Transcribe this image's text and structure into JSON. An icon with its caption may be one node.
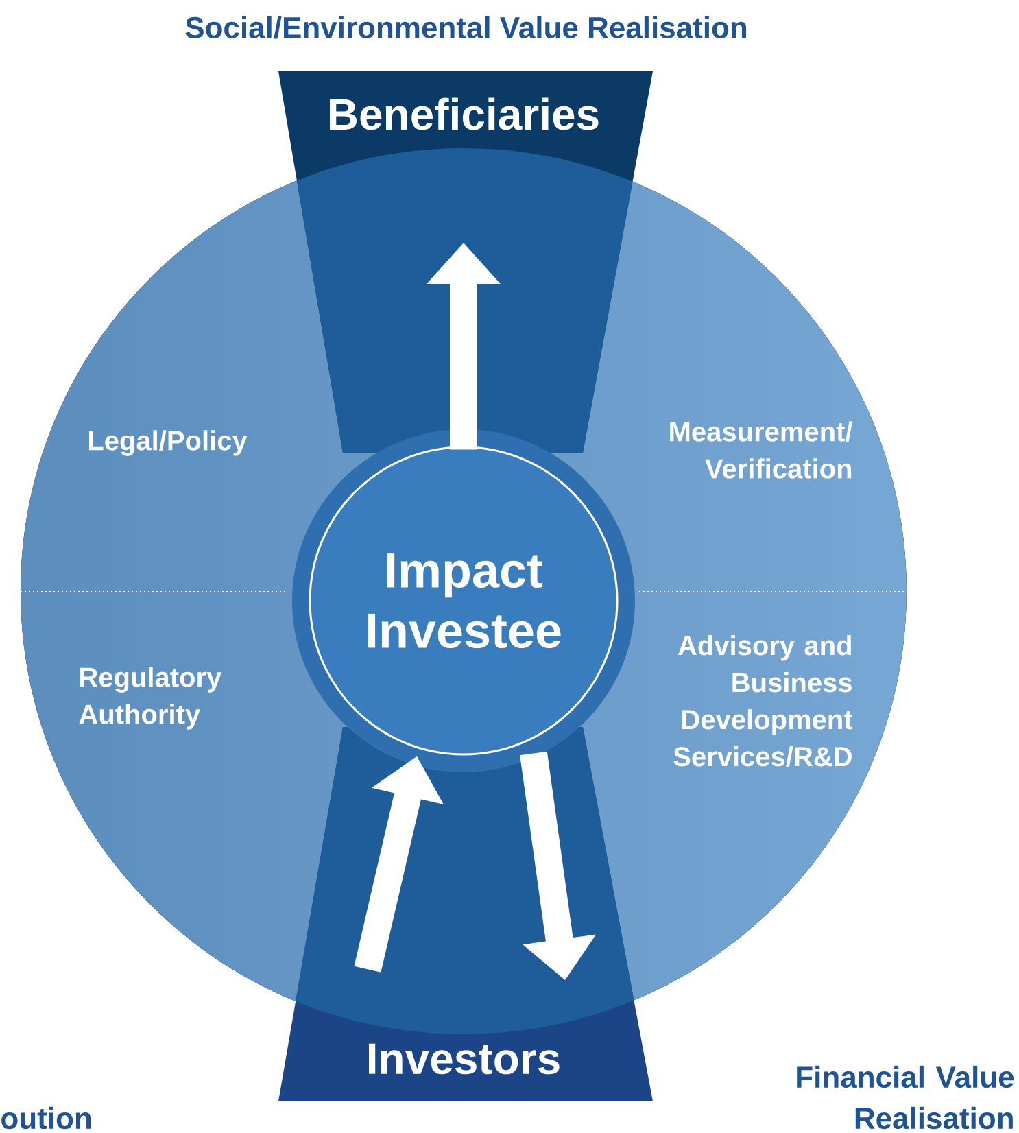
{
  "diagram": {
    "title": "Social/Environmental Value Realisation",
    "nodes": [
      {
        "text": [
          "Impact Investee"
        ]
      },
      {
        "text": [
          "Beneficiaries"
        ]
      },
      {
        "text": [
          "Investors"
        ]
      }
    ],
    "edges": [
      {
        "from": 0,
        "to": 1,
        "arrow": "to"
      },
      {
        "from": 2,
        "to": 0,
        "arrow": "to"
      },
      {
        "from": 0,
        "to": 2,
        "arrow": "to"
      }
    ],
    "labels": [
      "Legal/Policy",
      "Measurement/ Verification",
      "Regulatory Authority",
      "Advisory and Business Development Services/R&D",
      "oution",
      "Financial Value Realisation"
    ]
  }
}
